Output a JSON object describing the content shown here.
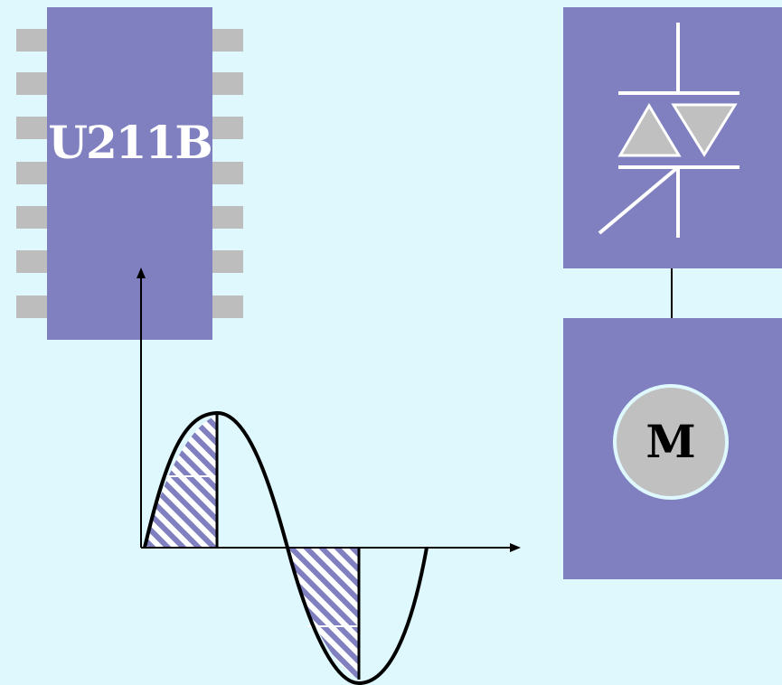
{
  "ic": {
    "label": "U211B",
    "pins_per_side": 7
  },
  "motor": {
    "label": "M"
  },
  "colors": {
    "background": "#dff8fd",
    "block_fill": "#8080c0",
    "pin_fill": "#bdbdbd",
    "motor_fill": "#c0c0c0",
    "triac_symbol_fill": "#c0c0c0",
    "line_color": "#000000",
    "hatch_color": "#8080c0"
  }
}
